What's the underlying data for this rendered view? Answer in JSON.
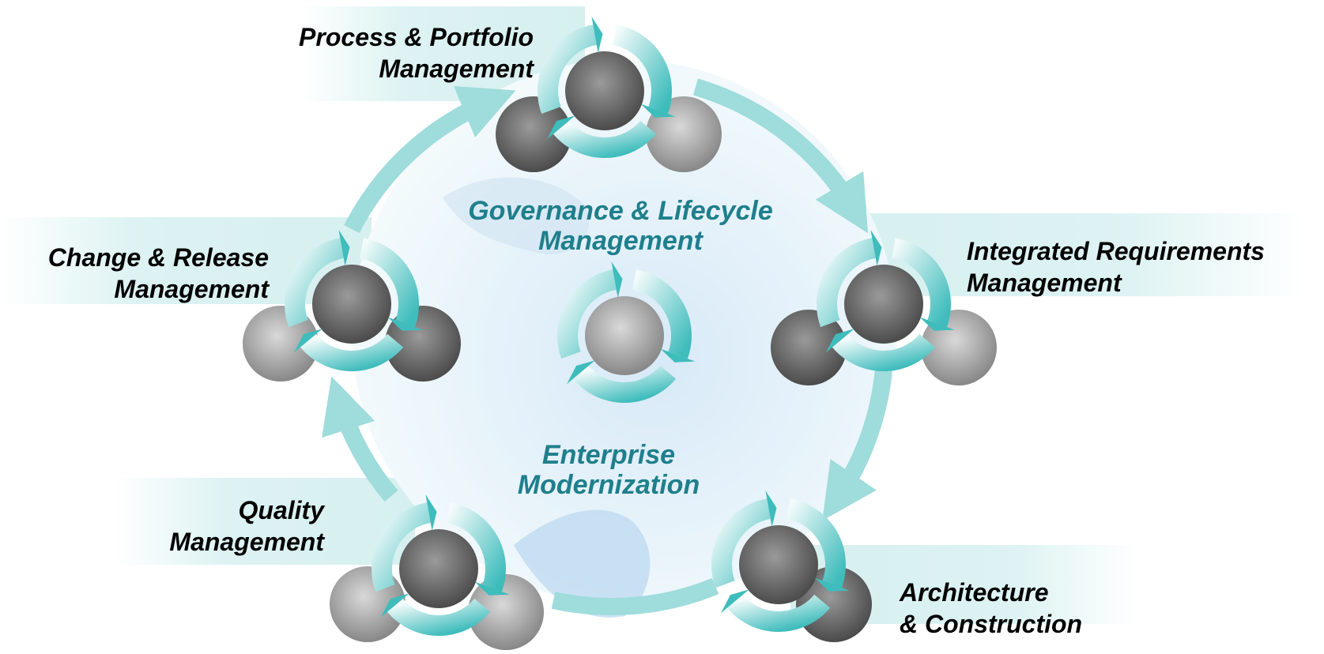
{
  "colors": {
    "ring": "#9fdcdc",
    "arrow_dark": "#3fbcbc",
    "arrow_light": "#e6f7f7",
    "center_text": "#1f7f8c",
    "face_dark": "#6c6c6c",
    "face_light": "#cfcfcf",
    "globe": "#b9d7ef"
  },
  "center": {
    "top_label_line1": "Governance & Lifecycle",
    "top_label_line2": "Management",
    "bottom_label_line1": "Enterprise",
    "bottom_label_line2": "Modernization"
  },
  "nodes": [
    {
      "id": "process-portfolio",
      "line1": "Process & Portfolio",
      "line2": "Management"
    },
    {
      "id": "integrated-requirements",
      "line1": "Integrated Requirements",
      "line2": "Management"
    },
    {
      "id": "architecture-construction",
      "line1": "Architecture",
      "line2": "& Construction"
    },
    {
      "id": "quality",
      "line1": "Quality",
      "line2": "Management"
    },
    {
      "id": "change-release",
      "line1": "Change & Release",
      "line2": "Management"
    }
  ]
}
